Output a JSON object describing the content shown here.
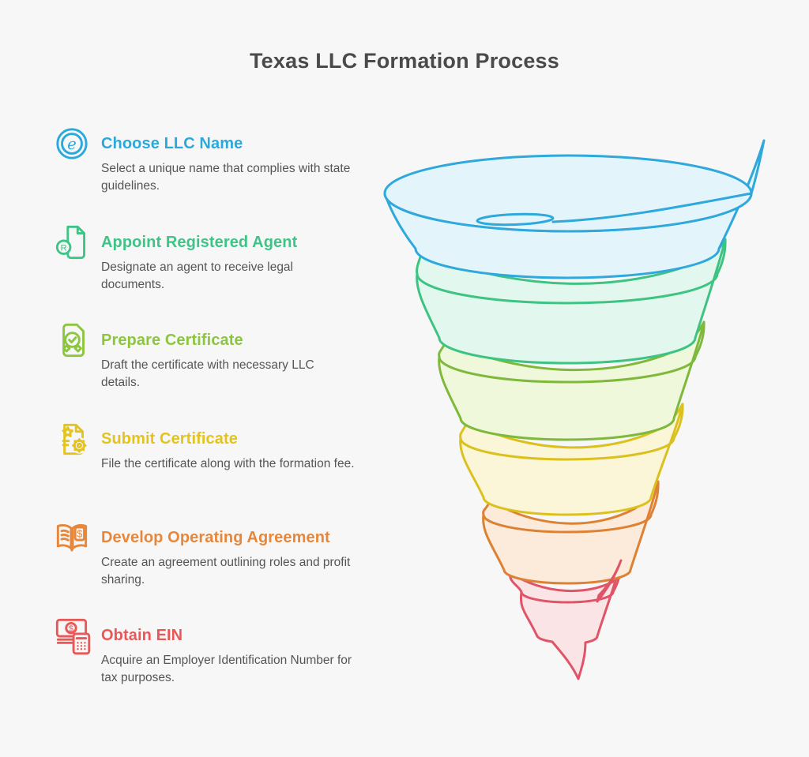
{
  "title": "Texas LLC Formation Process",
  "steps": [
    {
      "title": "Choose LLC Name",
      "description": "Select a unique name that complies with state guidelines.",
      "color": "#29A9DC",
      "icon": "e-circle-icon",
      "icon_glyph": "e"
    },
    {
      "title": "Appoint Registered Agent",
      "description": "Designate an agent to receive legal documents.",
      "color": "#3EC487",
      "icon": "registered-document-icon",
      "icon_glyph": "R"
    },
    {
      "title": "Prepare Certificate",
      "description": "Draft the certificate with necessary LLC details.",
      "color": "#8CC63F",
      "icon": "certificate-badge-icon",
      "icon_glyph": ""
    },
    {
      "title": "Submit Certificate",
      "description": "File the certificate along with the formation fee.",
      "color": "#E5C31D",
      "icon": "document-gear-icon",
      "icon_glyph": ""
    },
    {
      "title": "Develop Operating Agreement",
      "description": "Create an agreement outlining roles and profit sharing.",
      "color": "#E6873B",
      "icon": "operating-agreement-book-icon",
      "icon_glyph": "$"
    },
    {
      "title": "Obtain EIN",
      "description": "Acquire an Employer Identification Number for tax purposes.",
      "color": "#EA5757",
      "icon": "money-calculator-icon",
      "icon_glyph": "$"
    }
  ],
  "funnel": {
    "bands": [
      {
        "name": "choose-llc-name",
        "stroke": "#2FA8DB",
        "fill": "#E4F4FB"
      },
      {
        "name": "appoint-registered-agent",
        "stroke": "#3EC383",
        "fill": "#E2F8EE"
      },
      {
        "name": "prepare-certificate",
        "stroke": "#7FB93C",
        "fill": "#F0F8DC"
      },
      {
        "name": "submit-certificate",
        "stroke": "#DCC11E",
        "fill": "#FCF6D8"
      },
      {
        "name": "develop-operating-agreement",
        "stroke": "#DD8134",
        "fill": "#FCEBDB"
      },
      {
        "name": "obtain-ein",
        "stroke": "#E05467",
        "fill": "#FBE4E6"
      }
    ]
  }
}
